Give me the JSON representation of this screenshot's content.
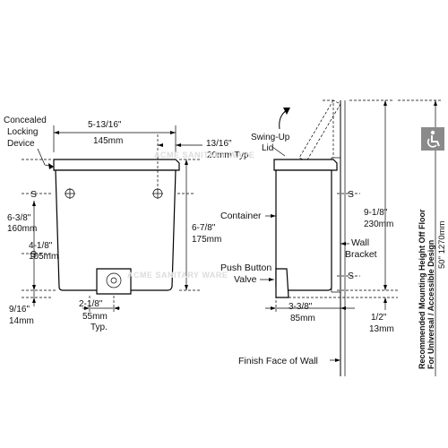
{
  "labels": {
    "concealed_locking_device_line1": "Concealed",
    "concealed_locking_device_line2": "Locking",
    "concealed_locking_device_line3": "Device",
    "width_in": "5-13/16\"",
    "width_mm": "145mm",
    "lid_offset_in": "13/16\"",
    "lid_offset_mm": "20mm Typ.",
    "height_upper_in": "6-3/8\"",
    "height_upper_mm": "160mm",
    "height_mid_in": "4-1/8\"",
    "height_mid_mm": "105mm",
    "body_height_in": "6-7/8\"",
    "body_height_mm": "175mm",
    "bottom_in": "9/16\"",
    "bottom_mm": "14mm",
    "valve_spacing_in": "2-1/8\"",
    "valve_spacing_mm": "55mm",
    "valve_spacing_typ": "Typ.",
    "s_marker": "S",
    "swing_up_lid_line1": "Swing-Up",
    "swing_up_lid_line2": "Lid",
    "container": "Container",
    "wall_bracket_line1": "Wall",
    "wall_bracket_line2": "Bracket",
    "push_button_line1": "Push Button",
    "push_button_line2": "Valve",
    "depth_in": "3-3/8\"",
    "depth_mm": "85mm",
    "total_height_in": "9-1/8\"",
    "total_height_mm": "230mm",
    "valve_drop_in": "1/2\"",
    "valve_drop_mm": "13mm",
    "finish_face": "Finish Face of Wall",
    "mounting_line1": "Recommended Mounting Height Off Floor",
    "mounting_line2": "For Universal / Accessible Design",
    "mounting_value": "50\"  1270mm",
    "watermark": "ACME SANITARY WARE"
  },
  "icons": {
    "accessibility": "wheelchair-icon"
  },
  "colors": {
    "line": "#000000",
    "badge_bg": "#8a8a8a",
    "watermark": "#dcdcdc"
  }
}
